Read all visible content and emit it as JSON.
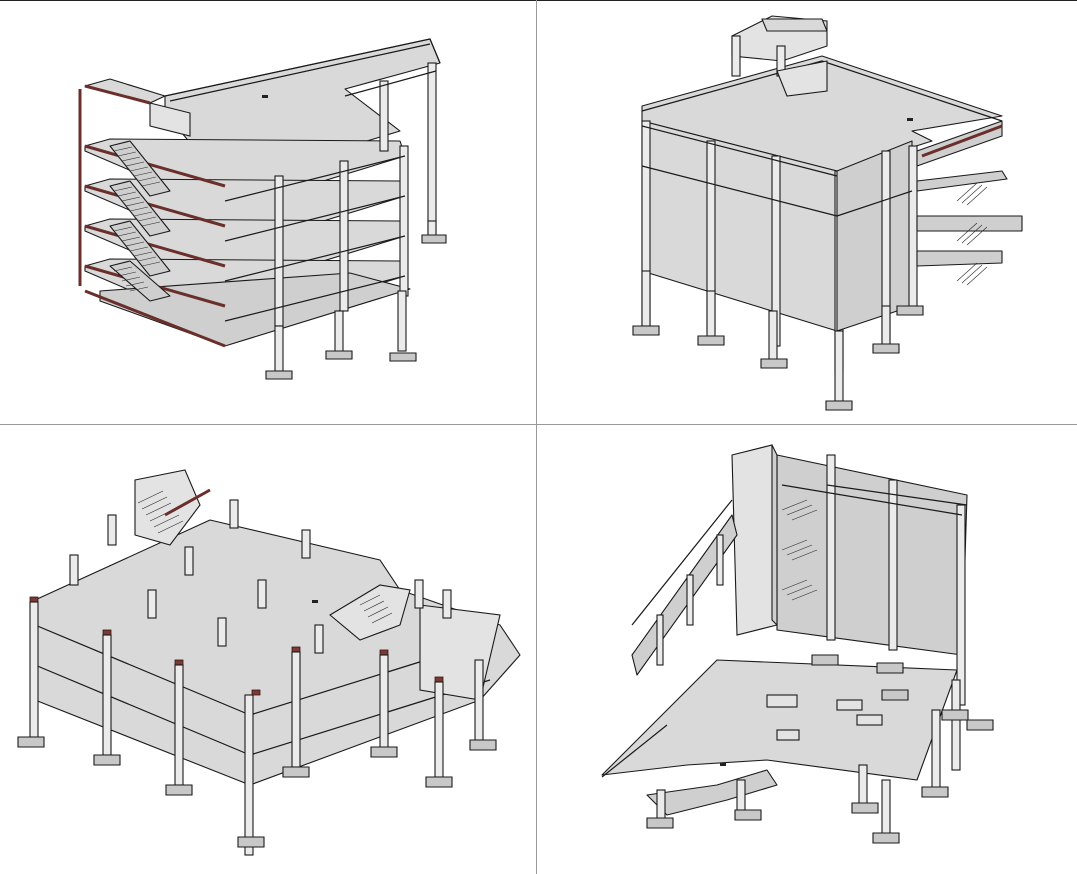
{
  "viewport": {
    "panels": 4,
    "layout": "2x2 grid"
  },
  "colors": {
    "slab_fill": "#d9d9d9",
    "column_fill": "#ebebeb",
    "cut_section": "#7a3b36",
    "line": "#1a1a1a",
    "background": "#ffffff"
  },
  "views": [
    {
      "id": "view-top-left",
      "content": "isometric-frame-with-stair-section"
    },
    {
      "id": "view-top-right",
      "content": "isometric-frame-with-roof-stair-tower"
    },
    {
      "id": "view-bottom-left",
      "content": "isometric-floor-plan-cut-with-columns"
    },
    {
      "id": "view-bottom-right",
      "content": "isometric-frame-with-shear-wall"
    }
  ]
}
